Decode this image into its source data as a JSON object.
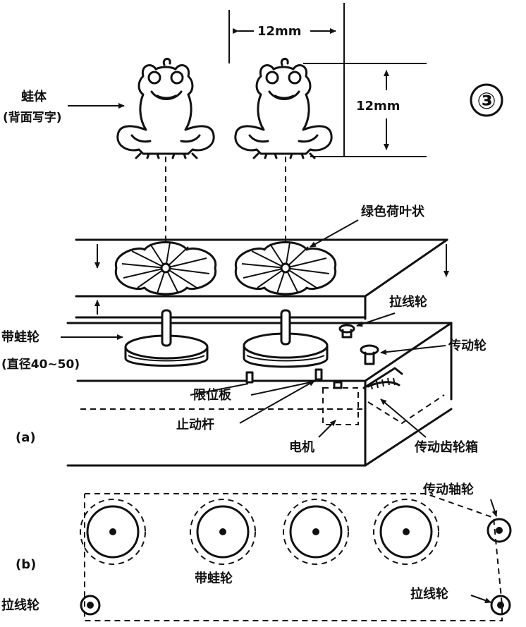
{
  "figure_number": "③",
  "dimensions": {
    "width_label": "12mm",
    "height_label": "12mm"
  },
  "labels": {
    "frog_body": "蛙体",
    "frog_body_note": "(背面写字)",
    "green_lotus": "绿色荷叶状",
    "pull_wheel_top": "拉线轮",
    "wheel_with_frog": "带蛙轮",
    "wheel_diameter": "(直径40~50)",
    "drive_wheel": "传动轮",
    "limit_plate": "限位板",
    "stop_lever": "止动杆",
    "motor": "电机",
    "gearbox": "传动齿轮箱",
    "part_a": "(a)",
    "part_b": "(b)",
    "drive_shaft_wheel": "传动轴轮",
    "wheel_with_frog_b": "带蛙轮",
    "pull_wheel_left": "拉线轮",
    "pull_wheel_right": "拉线轮"
  },
  "bottom_wheels_count": 4
}
